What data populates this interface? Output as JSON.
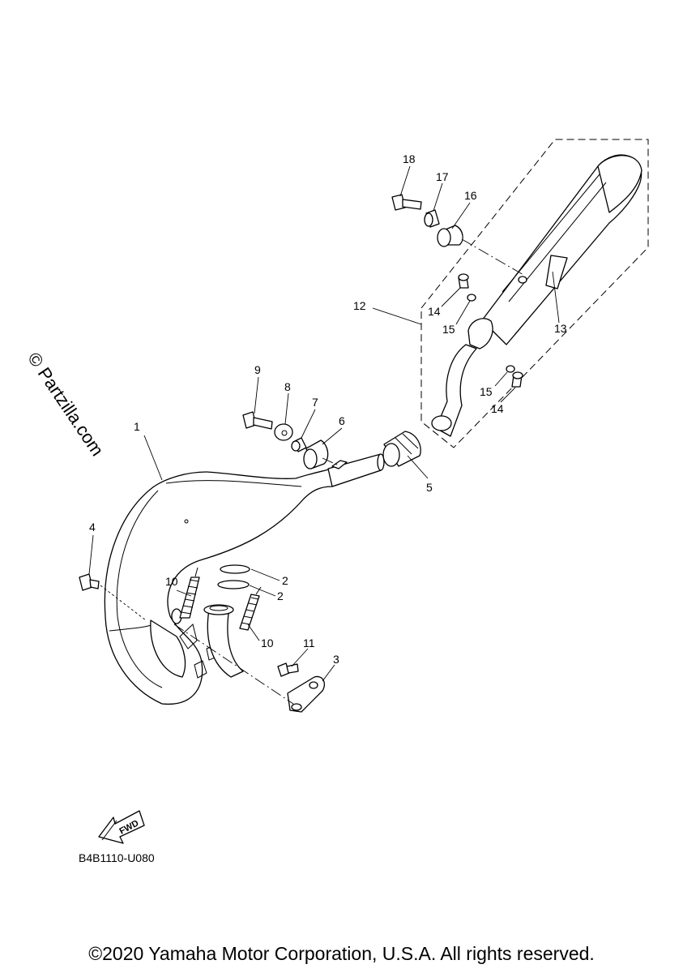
{
  "callouts": [
    {
      "id": "1",
      "text": "1"
    },
    {
      "id": "2a",
      "text": "2"
    },
    {
      "id": "2b",
      "text": "2"
    },
    {
      "id": "3",
      "text": "3"
    },
    {
      "id": "4",
      "text": "4"
    },
    {
      "id": "5",
      "text": "5"
    },
    {
      "id": "6",
      "text": "6"
    },
    {
      "id": "7",
      "text": "7"
    },
    {
      "id": "8",
      "text": "8"
    },
    {
      "id": "9",
      "text": "9"
    },
    {
      "id": "10a",
      "text": "10"
    },
    {
      "id": "10b",
      "text": "10"
    },
    {
      "id": "11",
      "text": "11"
    },
    {
      "id": "12",
      "text": "12"
    },
    {
      "id": "13",
      "text": "13"
    },
    {
      "id": "14a",
      "text": "14"
    },
    {
      "id": "14b",
      "text": "14"
    },
    {
      "id": "15a",
      "text": "15"
    },
    {
      "id": "15b",
      "text": "15"
    },
    {
      "id": "16",
      "text": "16"
    },
    {
      "id": "17",
      "text": "17"
    },
    {
      "id": "18",
      "text": "18"
    }
  ],
  "fwd_label": "FWD",
  "watermark": "© Partzilla.com",
  "diagram_code": "B4B1110-U080",
  "copyright": "©2020 Yamaha Motor Corporation, U.S.A. All rights reserved."
}
